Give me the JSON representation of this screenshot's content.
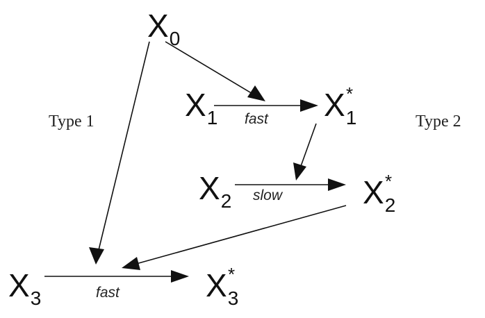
{
  "nodes": {
    "x0": {
      "base": "X",
      "sub": "0",
      "sup": ""
    },
    "x1": {
      "base": "X",
      "sub": "1",
      "sup": ""
    },
    "x1s": {
      "base": "X",
      "sub": "1",
      "sup": "*"
    },
    "x2": {
      "base": "X",
      "sub": "2",
      "sup": ""
    },
    "x2s": {
      "base": "X",
      "sub": "2",
      "sup": "*"
    },
    "x3": {
      "base": "X",
      "sub": "3",
      "sup": ""
    },
    "x3s": {
      "base": "X",
      "sub": "3",
      "sup": "*"
    }
  },
  "edge_labels": {
    "x1_to_x1s": "fast",
    "x2_to_x2s": "slow",
    "x3_to_x3s": "fast"
  },
  "type_labels": {
    "type1": "Type 1",
    "type2": "Type 2"
  },
  "colors": {
    "stroke": "#111111",
    "text": "#111111"
  }
}
